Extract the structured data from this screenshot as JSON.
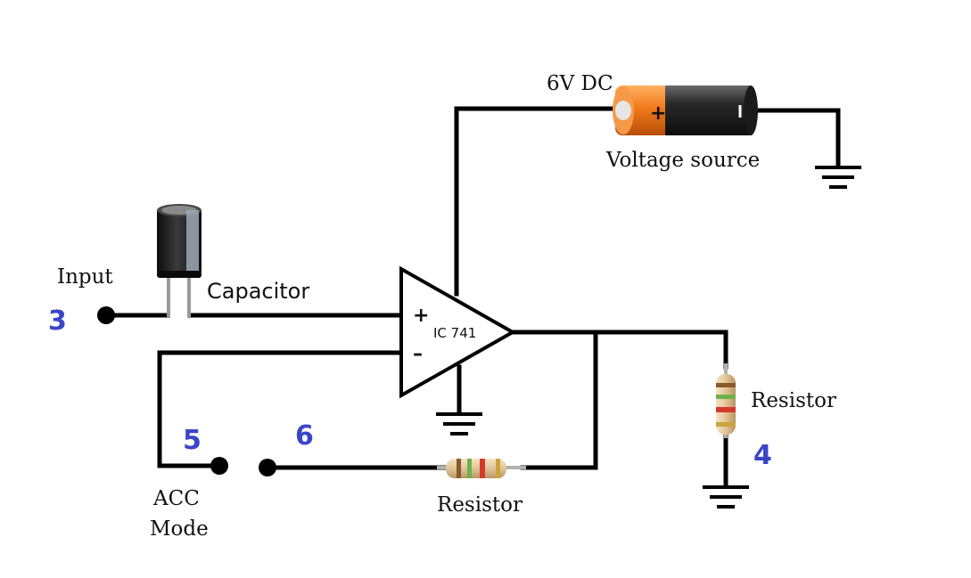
{
  "labels": {
    "input": "Input",
    "capacitor": "Capacitor",
    "voltage": "6V DC",
    "voltage_source": "Voltage source",
    "ic": "IC 741",
    "plus": "+",
    "minus": "–",
    "battery_plus": "+",
    "resistor_right": "Resistor",
    "resistor_bottom": "Resistor",
    "acc_line1": "ACC",
    "acc_line2": "Mode"
  },
  "markers": {
    "m3": "3",
    "m4": "4",
    "m5": "5",
    "m6": "6"
  },
  "colors": {
    "wire": "#000000",
    "marker": "#3a46c8",
    "battery_orange": "#f07a1a",
    "battery_body": "#2a2a2a",
    "capacitor_body": "#1c1c1c",
    "resistor_body": "#e7cfa8"
  }
}
